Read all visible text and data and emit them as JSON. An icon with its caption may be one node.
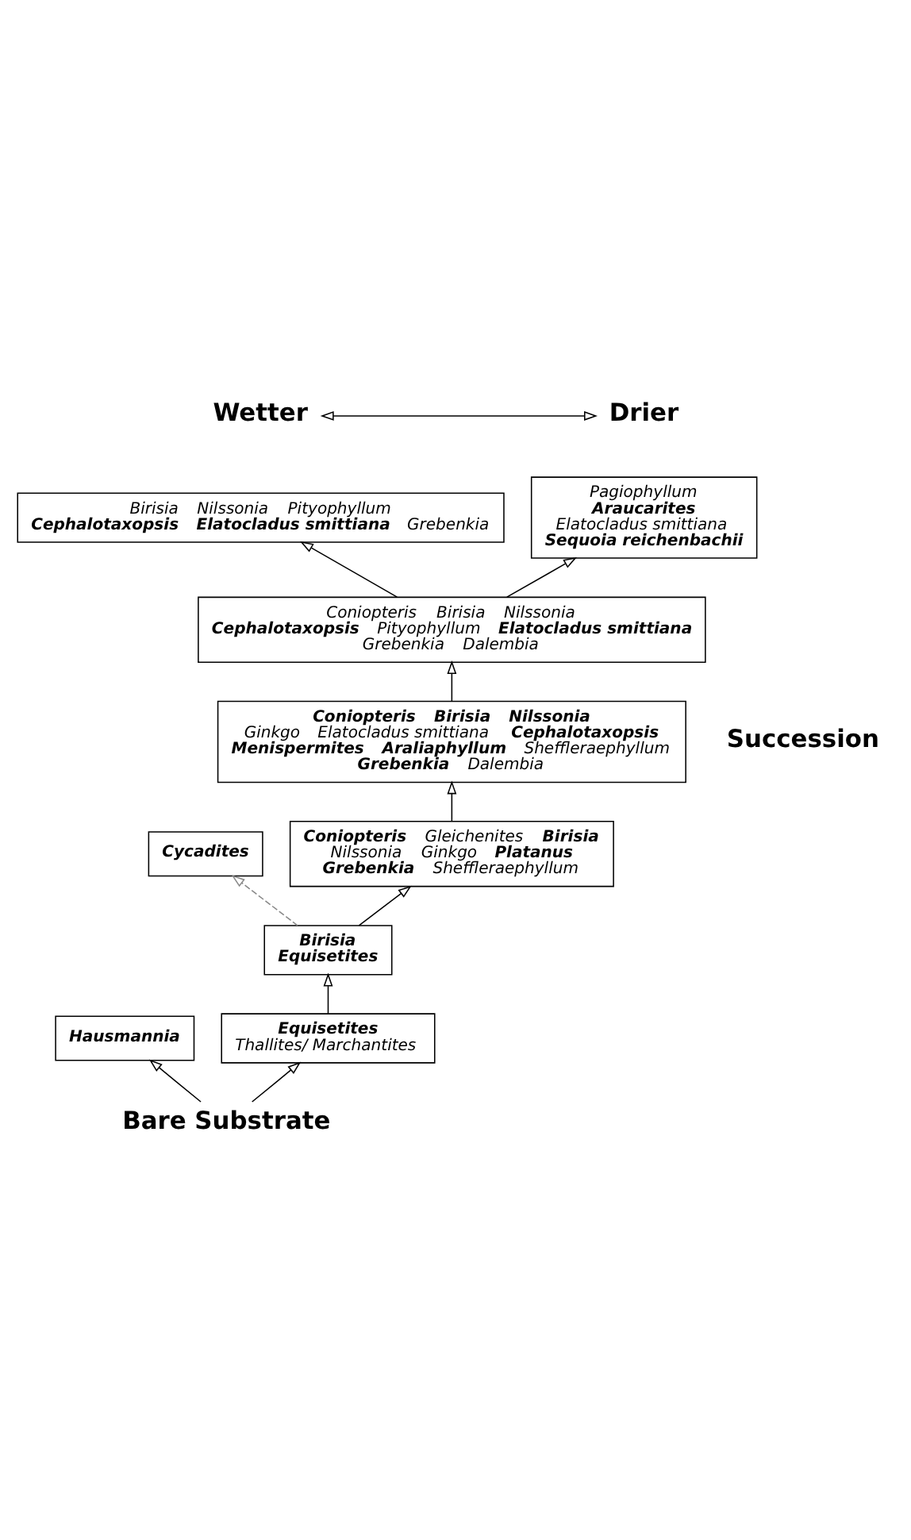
{
  "diagram": {
    "nodes": [
      {
        "text": [
          "Wetter"
        ]
      },
      {
        "text": [
          "Drier"
        ]
      },
      {
        "text": [
          "Birisia",
          "Nilssonia",
          "Pityophyllum",
          "**Cephalotaxopsis**",
          "**Elatocladus smittiana**",
          "Grebenkia"
        ]
      },
      {
        "text": [
          "Pagiophyllum",
          "**Araucarites**",
          "Elatocladus smittiana",
          "**Sequoia reichenbachii**"
        ]
      },
      {
        "text": [
          "Coniopteris",
          "Birisia",
          "Nilssonia",
          "**Cephalotaxopsis**",
          "Pityophyllum",
          "**Elatocladus smittiana**",
          "Grebenkia",
          "Dalembia"
        ]
      },
      {
        "text": [
          "**Coniopteris**",
          "**Birisia**",
          "**Nilssonia**",
          "Ginkgo",
          "Elatocladus smittiana",
          "**Cephalotaxopsis**",
          "**Menispermites**",
          "**Araliaphyllum**",
          "Sheffleraephyllum",
          "**Grebenkia**",
          "Dalembia"
        ]
      },
      {
        "text": [
          "**Cycadites**"
        ]
      },
      {
        "text": [
          "**Coniopteris**",
          "Gleichenites",
          "**Birisia**",
          "Nilssonia",
          "Ginkgo",
          "**Platanus**",
          "**Grebenkia**",
          "Sheffleraephyllum"
        ]
      },
      {
        "text": [
          "**Birisia**",
          "**Equisetites**"
        ]
      },
      {
        "text": [
          "**Hausmannia**"
        ]
      },
      {
        "text": [
          "**Equisetites**",
          "Thallites/ Marchantites"
        ]
      },
      {
        "text": [
          "Bare Substrate"
        ]
      }
    ],
    "edges": [
      {
        "from": 0,
        "to": 1,
        "arrow": "both"
      },
      {
        "from": 4,
        "to": 2,
        "arrow": "to"
      },
      {
        "from": 4,
        "to": 3,
        "arrow": "to"
      },
      {
        "from": 5,
        "to": 4,
        "arrow": "to"
      },
      {
        "from": 7,
        "to": 5,
        "arrow": "to"
      },
      {
        "from": 8,
        "to": 7,
        "arrow": "to"
      },
      {
        "from": 8,
        "to": 6,
        "arrow": "to",
        "style": "dashed",
        "color": "#888888"
      },
      {
        "from": 10,
        "to": 8,
        "arrow": "to"
      },
      {
        "from": 11,
        "to": 9,
        "arrow": "to"
      },
      {
        "from": 11,
        "to": 10,
        "arrow": "to"
      }
    ],
    "labels": [
      "Succession"
    ]
  }
}
